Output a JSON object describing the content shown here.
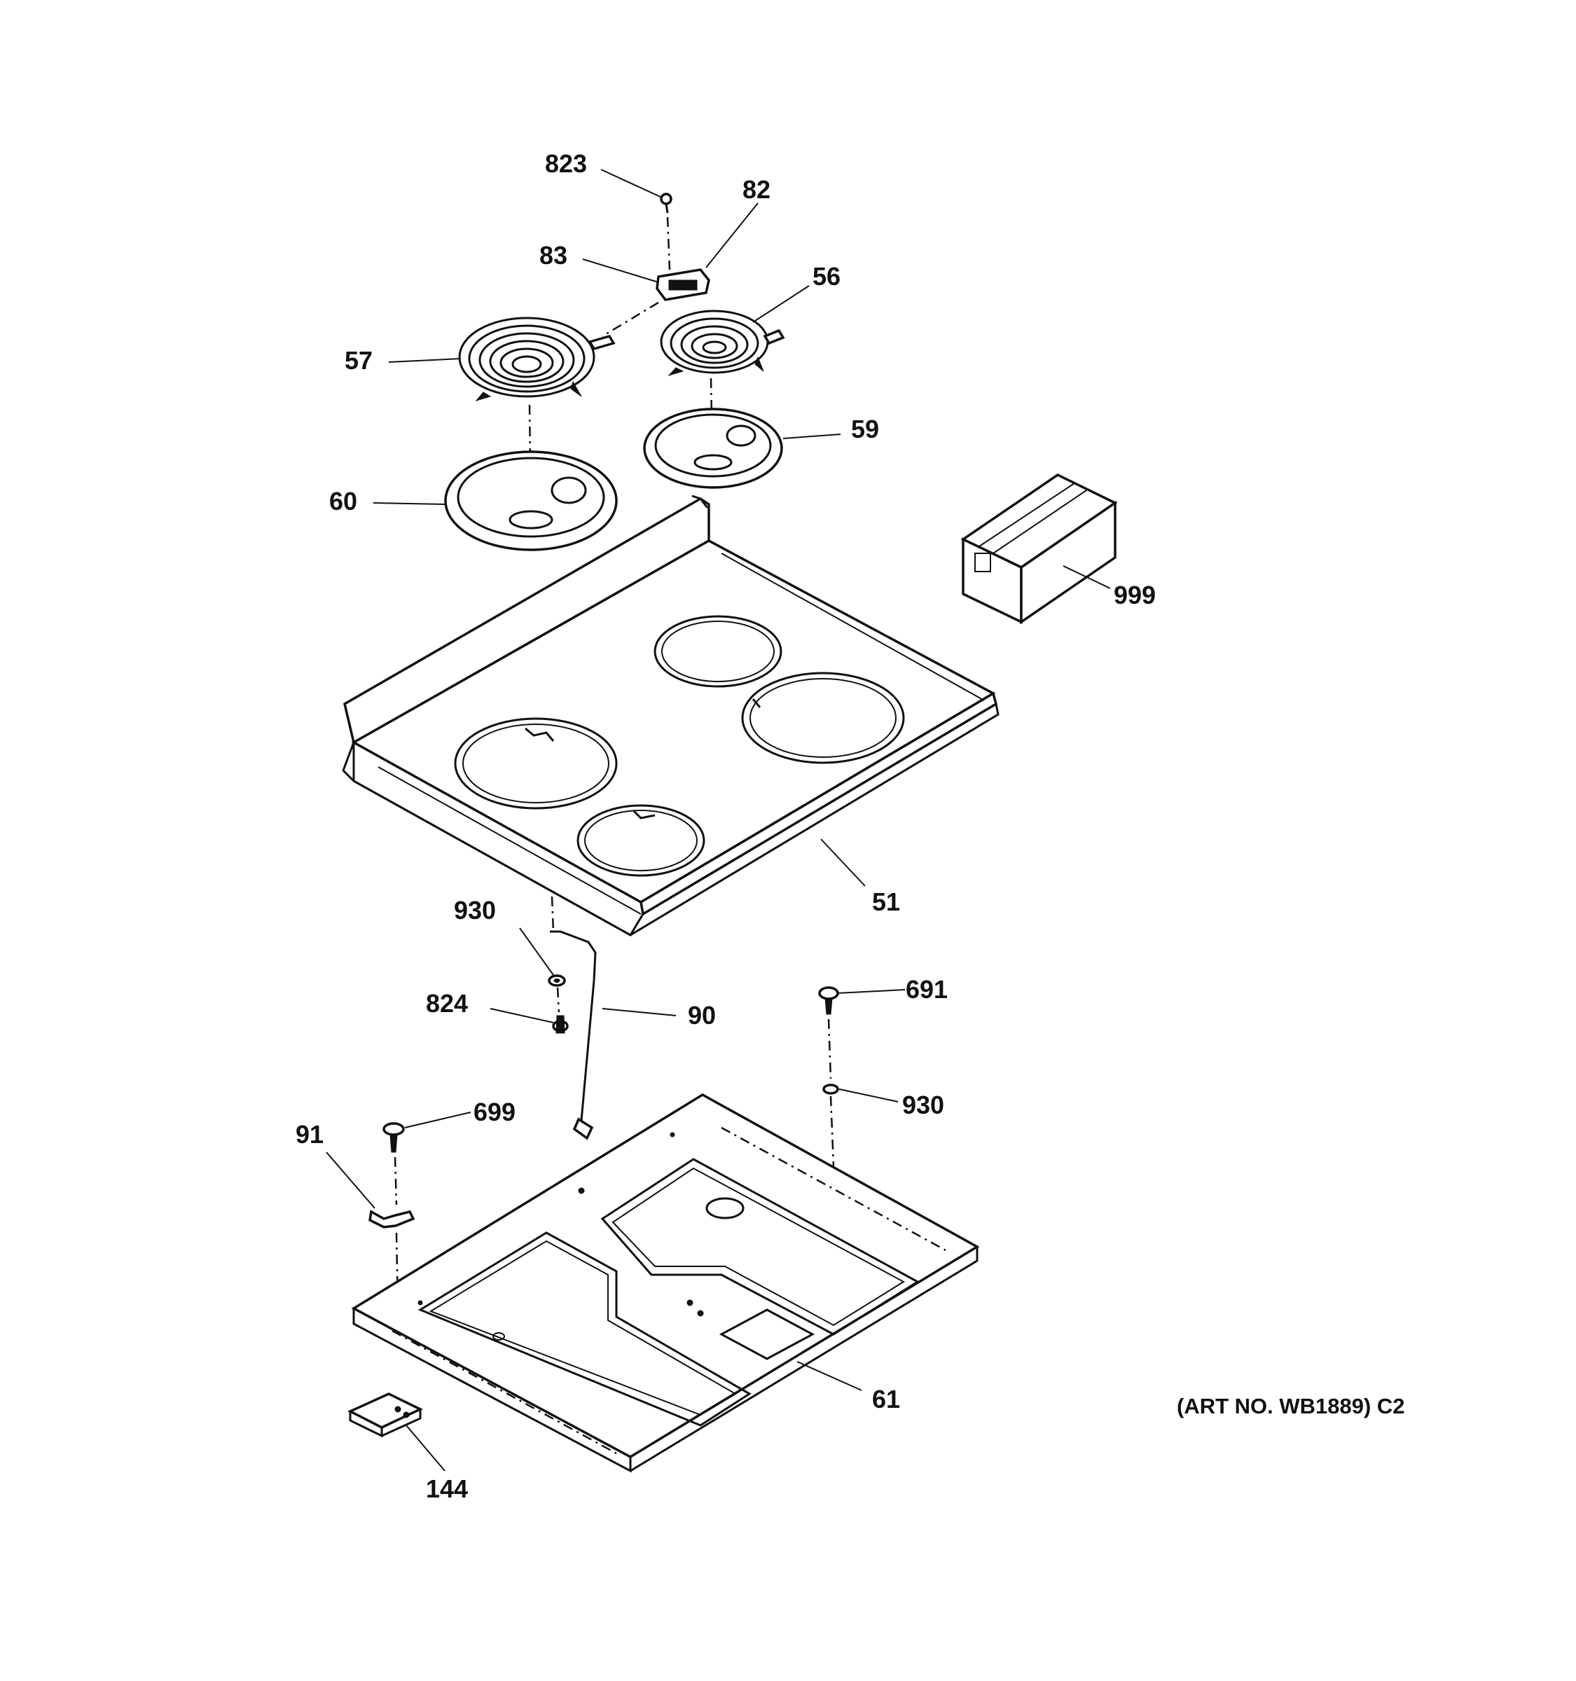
{
  "diagram": {
    "callouts": [
      "823",
      "82",
      "83",
      "56",
      "57",
      "59",
      "60",
      "999",
      "51",
      "930",
      "824",
      "90",
      "691",
      "930",
      "699",
      "91",
      "61",
      "144"
    ],
    "art_number": "(ART NO. WB1889) C2"
  }
}
